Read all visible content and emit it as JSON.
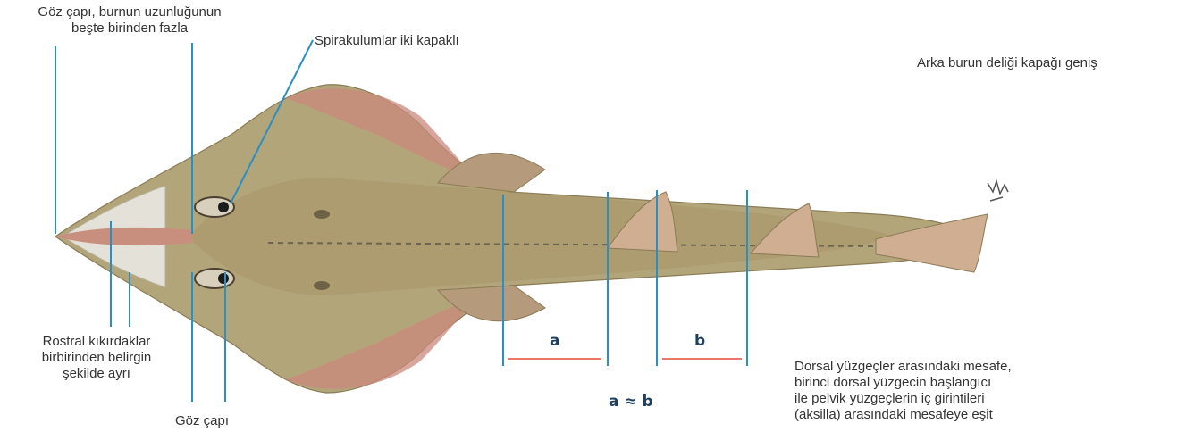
{
  "labels": {
    "eye_vs_snout": [
      "Göz çapı, burnun uzunluğunun",
      "beşte birinden fazla"
    ],
    "spiracles": "Spirakulumlar iki kapaklı",
    "nostril_flap": "Arka burun deliği kapağı geniş",
    "rostral": [
      "Rostral kıkırdaklar",
      "birbirinden belirgin",
      "şekilde ayrı"
    ],
    "eye_diameter": "Göz çapı",
    "dorsal_distance": [
      "Dorsal yüzgeçler arasındaki mesafe,",
      "birinci dorsal yüzgecin başlangıcı",
      "ile pelvik yüzgeçlerin iç girintileri",
      "(aksilla) arasındaki mesafeye eşit"
    ],
    "measure_a": "a",
    "measure_b": "b",
    "equation": "a ≈ b"
  },
  "colors": {
    "pointer_line": "#2a8fc4",
    "measure_line": "#e8786c",
    "measure_text": "#1f3f5f",
    "body": "#b3a57a",
    "fin_edge": "#c98a7c",
    "snout_cartilage": "#e3e1d8",
    "text": "#333333"
  }
}
